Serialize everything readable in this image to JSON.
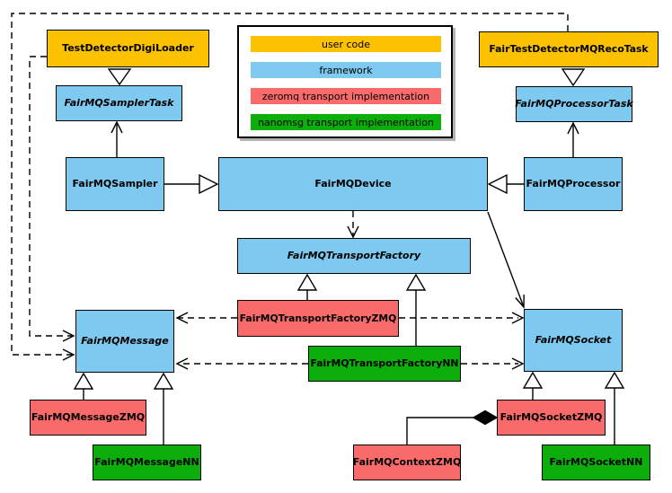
{
  "colors": {
    "user_code": "#FCC200",
    "framework": "#7EC9EF",
    "zeromq": "#F96B6B",
    "nanomsg": "#0BAE0B",
    "border": "#000000",
    "background": "#FFFFFF",
    "legend_shadow": "#B3B3B3"
  },
  "legend": {
    "items": [
      {
        "label": "user code",
        "color": "#FCC200"
      },
      {
        "label": "framework",
        "color": "#7EC9EF"
      },
      {
        "label": "zeromq transport implementation",
        "color": "#F96B6B"
      },
      {
        "label": "nanomsg transport implementation",
        "color": "#0BAE0B"
      }
    ]
  },
  "nodes": {
    "digiloader": {
      "label": "TestDetectorDigiLoader",
      "category": "user code",
      "abstract": false
    },
    "recotask": {
      "label": "FairTestDetectorMQRecoTask",
      "category": "user code",
      "abstract": false
    },
    "samplertask": {
      "label": "FairMQSamplerTask",
      "category": "framework",
      "abstract": true
    },
    "processortask": {
      "label": "FairMQProcessorTask",
      "category": "framework",
      "abstract": true
    },
    "sampler": {
      "label": "FairMQSampler",
      "category": "framework",
      "abstract": false
    },
    "device": {
      "label": "FairMQDevice",
      "category": "framework",
      "abstract": false
    },
    "processor": {
      "label": "FairMQProcessor",
      "category": "framework",
      "abstract": false
    },
    "transportfactory": {
      "label": "FairMQTransportFactory",
      "category": "framework",
      "abstract": true
    },
    "transportfactoryzmq": {
      "label": "FairMQTransportFactoryZMQ",
      "category": "zeromq",
      "abstract": false
    },
    "transportfactorynn": {
      "label": "FairMQTransportFactoryNN",
      "category": "nanomsg",
      "abstract": false
    },
    "message": {
      "label": "FairMQMessage",
      "category": "framework",
      "abstract": true
    },
    "socket": {
      "label": "FairMQSocket",
      "category": "framework",
      "abstract": true
    },
    "messagezmq": {
      "label": "FairMQMessageZMQ",
      "category": "zeromq",
      "abstract": false
    },
    "messagenn": {
      "label": "FairMQMessageNN",
      "category": "nanomsg",
      "abstract": false
    },
    "socketzmq": {
      "label": "FairMQSocketZMQ",
      "category": "zeromq",
      "abstract": false
    },
    "socketnn": {
      "label": "FairMQSocketNN",
      "category": "nanomsg",
      "abstract": false
    },
    "contextzmq": {
      "label": "FairMQContextZMQ",
      "category": "zeromq",
      "abstract": false
    }
  },
  "edges": [
    {
      "from": "digiloader",
      "to": "samplertask",
      "type": "inheritance-hollow-triangle"
    },
    {
      "from": "recotask",
      "to": "processortask",
      "type": "inheritance-hollow-triangle"
    },
    {
      "from": "sampler",
      "to": "samplertask",
      "type": "association-open-arrow"
    },
    {
      "from": "processor",
      "to": "processortask",
      "type": "association-open-arrow"
    },
    {
      "from": "sampler",
      "to": "device",
      "type": "inheritance-hollow-triangle"
    },
    {
      "from": "processor",
      "to": "device",
      "type": "inheritance-hollow-triangle"
    },
    {
      "from": "device",
      "to": "transportfactory",
      "type": "dashed-dependency-open-arrow"
    },
    {
      "from": "device",
      "to": "socket",
      "type": "association-open-arrow"
    },
    {
      "from": "transportfactoryzmq",
      "to": "transportfactory",
      "type": "inheritance-hollow-triangle"
    },
    {
      "from": "transportfactorynn",
      "to": "transportfactory",
      "type": "inheritance-hollow-triangle"
    },
    {
      "from": "transportfactoryzmq",
      "to": "message",
      "type": "dashed-dependency-open-arrow"
    },
    {
      "from": "transportfactoryzmq",
      "to": "socket",
      "type": "dashed-dependency-open-arrow"
    },
    {
      "from": "transportfactorynn",
      "to": "message",
      "type": "dashed-dependency-open-arrow"
    },
    {
      "from": "transportfactorynn",
      "to": "socket",
      "type": "dashed-dependency-open-arrow"
    },
    {
      "from": "digiloader",
      "to": "message",
      "type": "dashed-dependency-open-arrow"
    },
    {
      "from": "recotask",
      "to": "message",
      "type": "dashed-dependency-open-arrow"
    },
    {
      "from": "messagezmq",
      "to": "message",
      "type": "inheritance-hollow-triangle"
    },
    {
      "from": "messagenn",
      "to": "message",
      "type": "inheritance-hollow-triangle"
    },
    {
      "from": "socketzmq",
      "to": "socket",
      "type": "inheritance-hollow-triangle"
    },
    {
      "from": "socketnn",
      "to": "socket",
      "type": "inheritance-hollow-triangle"
    },
    {
      "from": "contextzmq",
      "to": "socketzmq",
      "type": "composition-filled-diamond"
    }
  ]
}
